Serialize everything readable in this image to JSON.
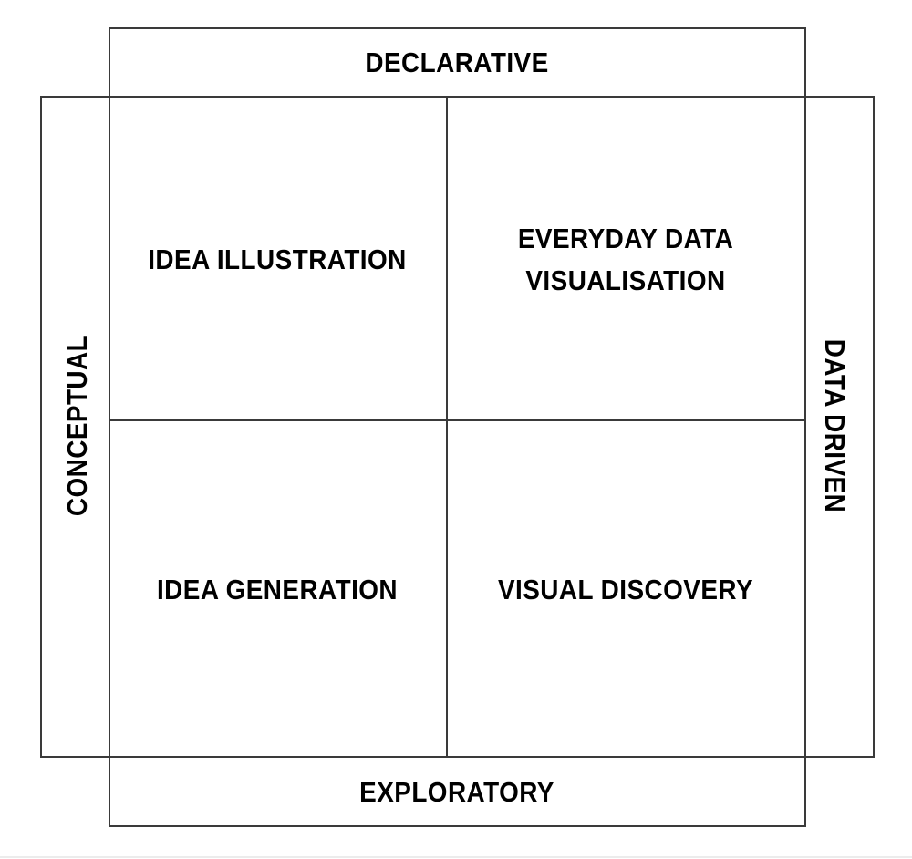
{
  "diagram": {
    "type": "2x2 quadrant matrix",
    "axes": {
      "top": "DECLARATIVE",
      "bottom": "EXPLORATORY",
      "left": "CONCEPTUAL",
      "right": "DATA DRIVEN"
    },
    "quadrants": {
      "top_left": "IDEA ILLUSTRATION",
      "top_right_line1": "EVERYDAY DATA",
      "top_right_line2": "VISUALISATION",
      "bottom_left": "IDEA GENERATION",
      "bottom_right": "VISUAL DISCOVERY"
    },
    "colors": {
      "line": "#3a3a3a",
      "text": "#000000",
      "background": "#ffffff"
    }
  }
}
